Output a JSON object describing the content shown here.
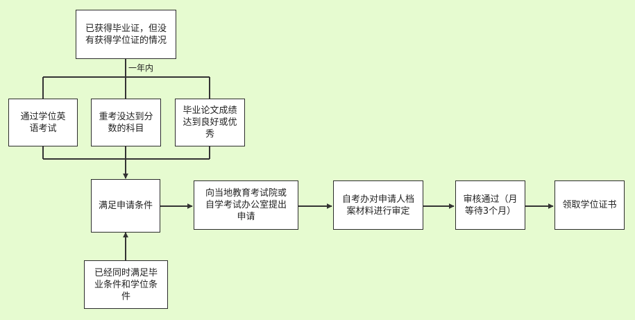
{
  "diagram": {
    "nodes": {
      "start": "已获得毕业证，但没有获得学位证的情况",
      "cond1": "通过学位英语考试",
      "cond2": "重考没达到分数的科目",
      "cond3": "毕业论文成绩达到良好或优秀",
      "meet": "满足申请条件",
      "already": "已经同时满足毕业条件和学位条件",
      "apply": "向当地教育考试院或自学考试办公室提出申请",
      "review": "自考办对申请人档案材料进行审定",
      "approve": "审核通过（月等待3个月）",
      "receive": "领取学位证书"
    },
    "edge_labels": {
      "within_year": "一年内"
    }
  }
}
